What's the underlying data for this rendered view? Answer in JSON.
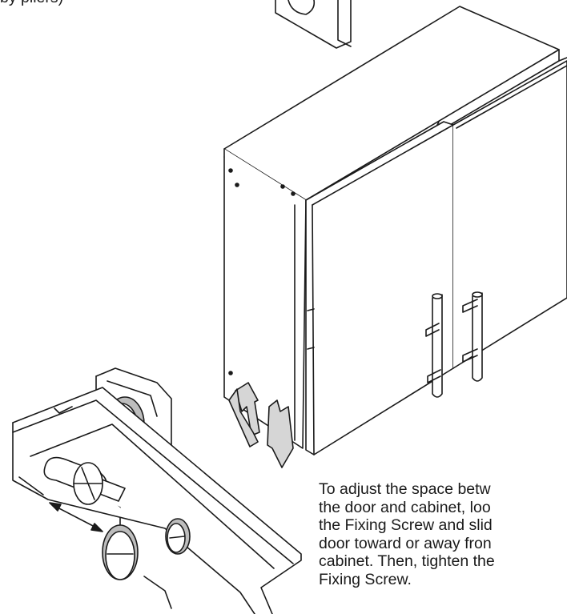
{
  "top_caption": "by pliers)",
  "instructions": [
    "To adjust the space betw",
    "the door and cabinet, loo",
    "the Fixing Screw and slid",
    "door toward or away fron",
    "cabinet. Then, tighten the",
    "Fixing Screw."
  ],
  "colors": {
    "line": "#1a1a1a",
    "arrow_fill": "#d6d6d6",
    "shadow_fill": "#bdbdbd",
    "background": "#ffffff"
  }
}
